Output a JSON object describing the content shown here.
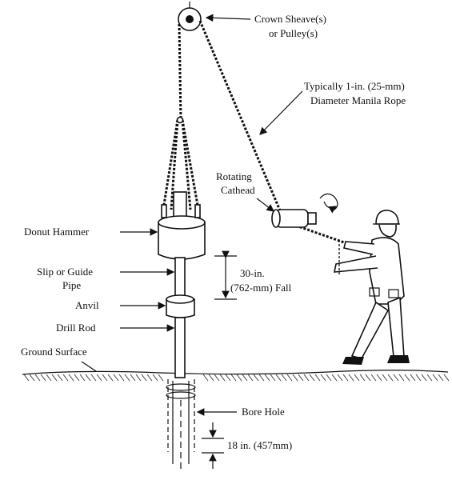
{
  "labels": {
    "crown_sheave_1": "Crown Sheave(s)",
    "crown_sheave_2": "or Pulley(s)",
    "rope_1": "Typically 1-in. (25-mm)",
    "rope_2": "Diameter Manila Rope",
    "cathead_1": "Rotating",
    "cathead_2": "Cathead",
    "donut_hammer": "Donut Hammer",
    "slip_pipe_1": "Slip or Guide",
    "slip_pipe_2": "Pipe",
    "fall_1": "30-in.",
    "fall_2": "(762-mm) Fall",
    "anvil": "Anvil",
    "drill_rod": "Drill Rod",
    "ground_surface": "Ground Surface",
    "bore_hole": "Bore Hole",
    "depth": "18 in. (457mm)"
  }
}
